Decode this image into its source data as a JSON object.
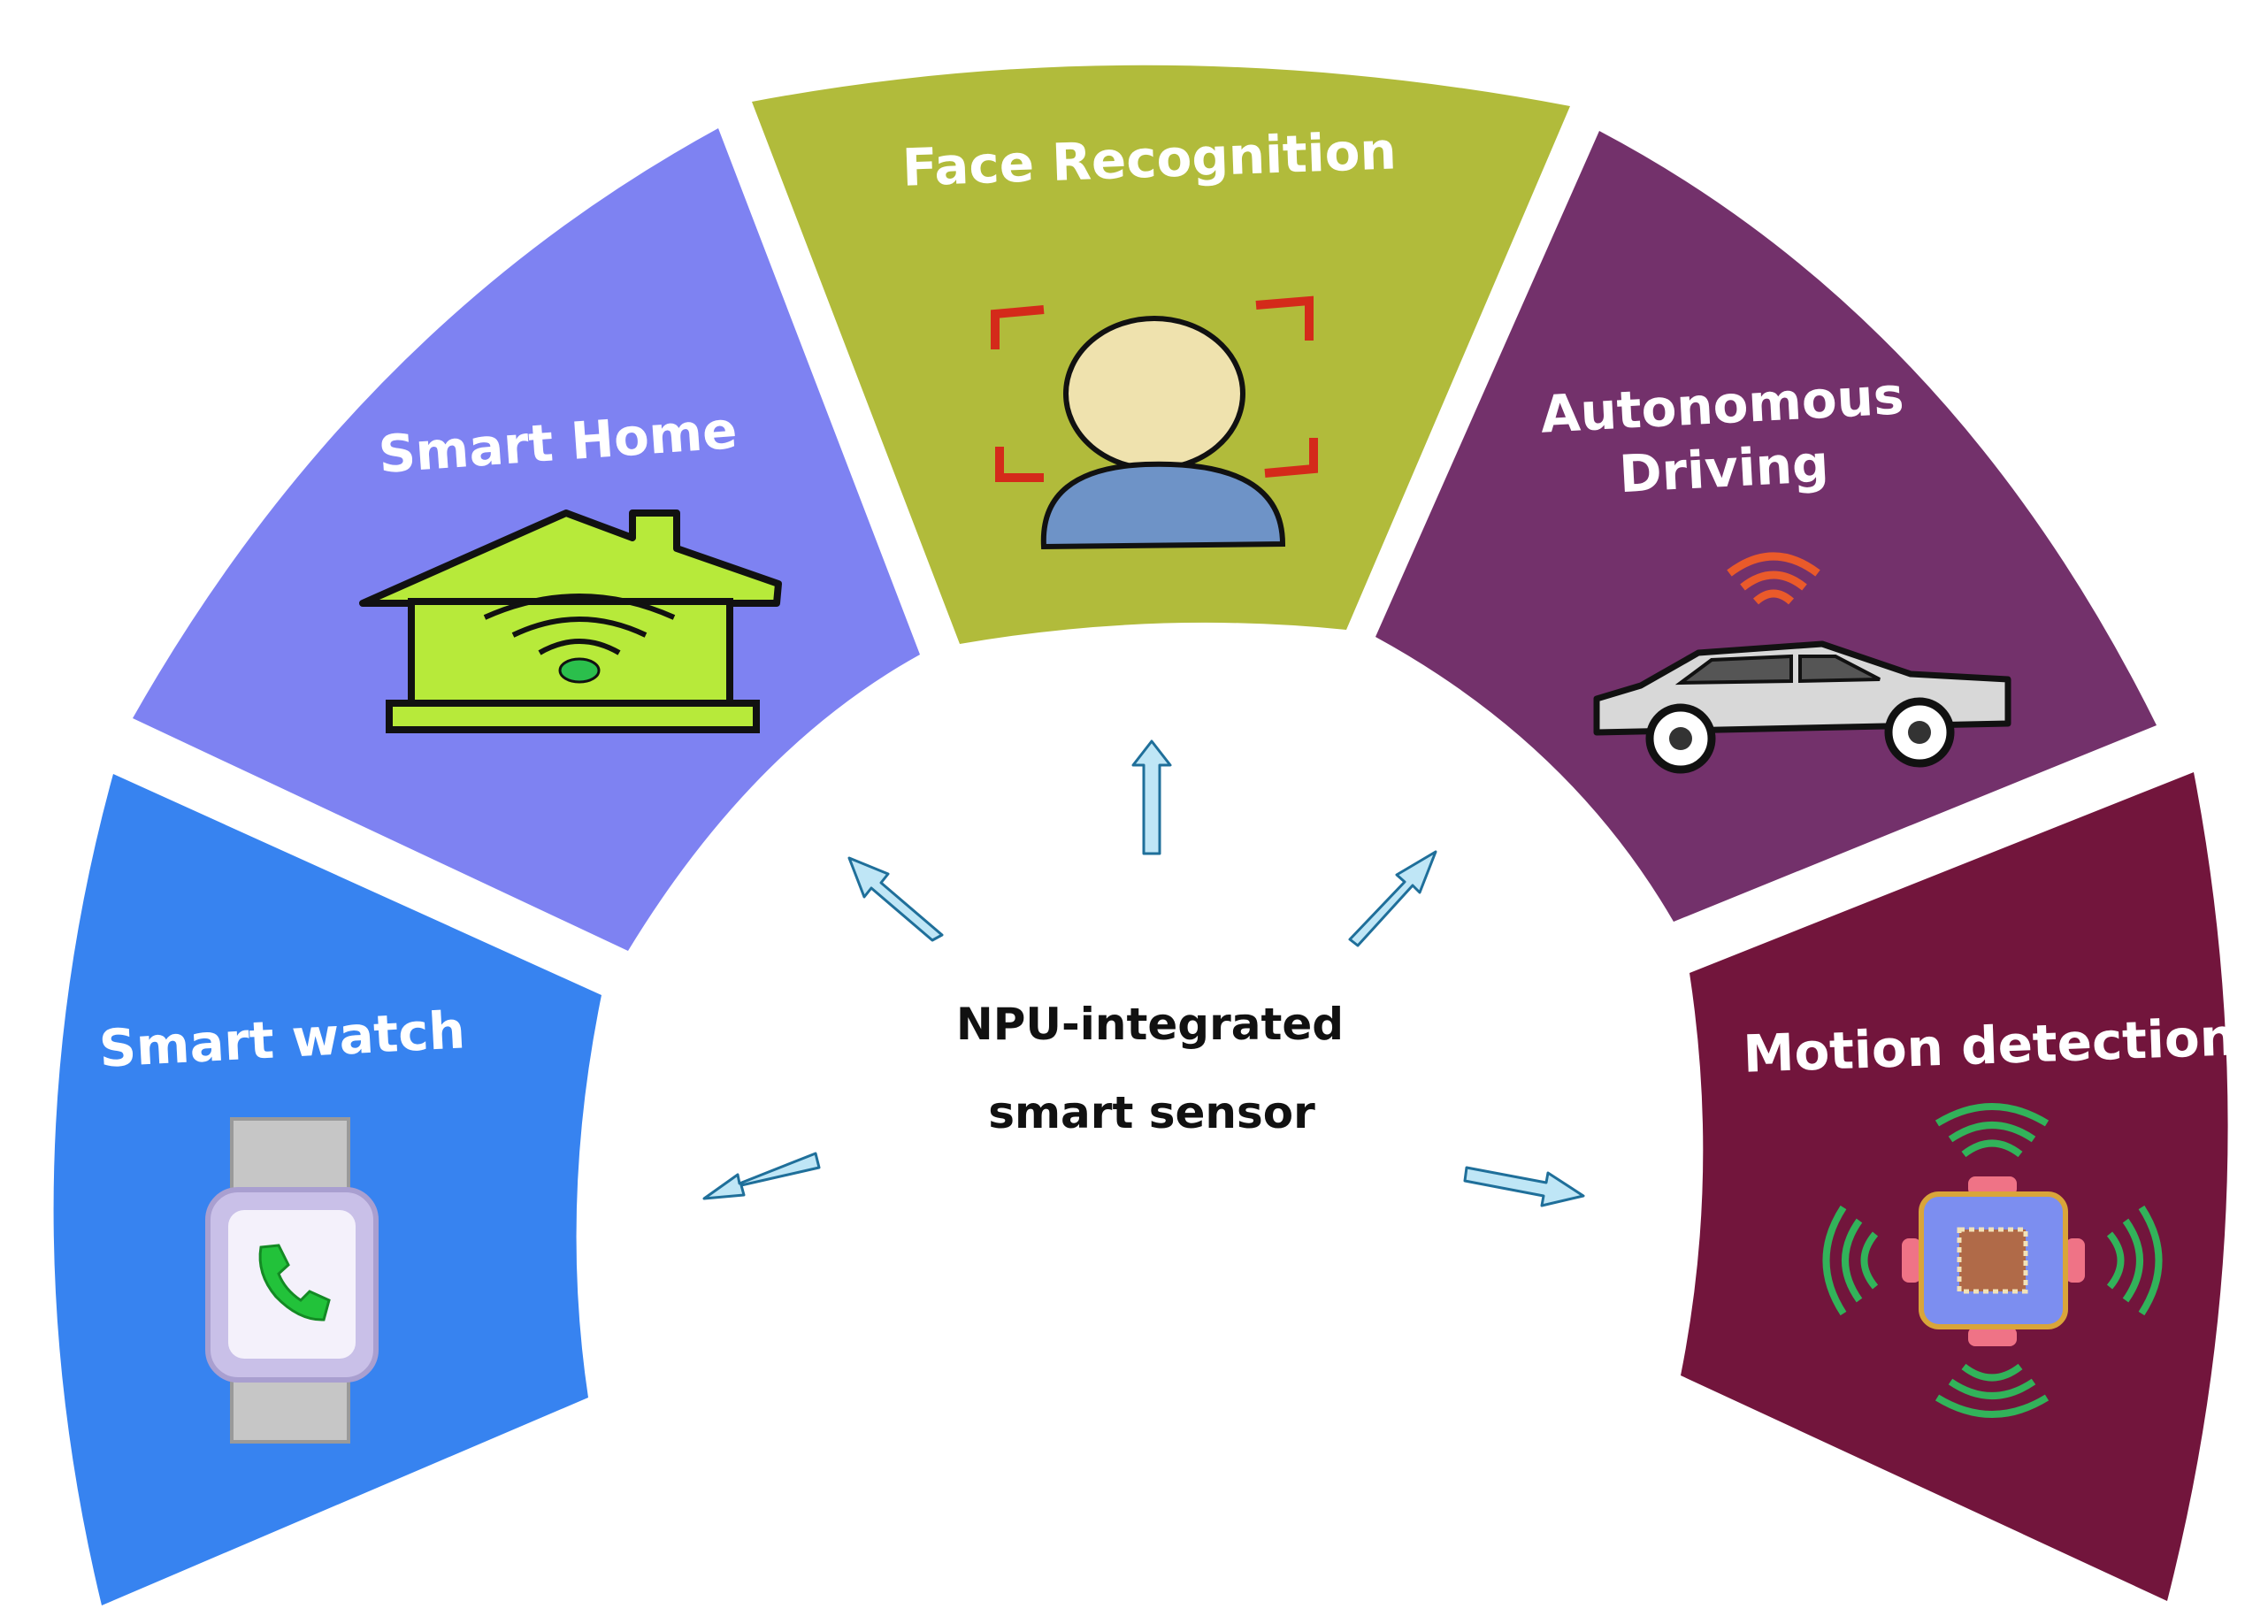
{
  "center": {
    "line1": "NPU-integrated",
    "line2": "smart sensor"
  },
  "segments": [
    {
      "id": "smart-watch",
      "title_lines": [
        "Smart watch"
      ],
      "color": "#3783f0",
      "icon": "smartwatch-icon"
    },
    {
      "id": "smart-home",
      "title_lines": [
        "Smart Home"
      ],
      "color": "#7e82f2",
      "icon": "smart-home-wifi-icon"
    },
    {
      "id": "face-recognition",
      "title_lines": [
        "Face Recognition"
      ],
      "color": "#b1bb3b",
      "icon": "face-recognition-icon"
    },
    {
      "id": "autonomous-driving",
      "title_lines": [
        "Autonomous",
        "Driving"
      ],
      "color": "#73316b",
      "icon": "car-signal-icon"
    },
    {
      "id": "motion-detection",
      "title_lines": [
        "Motion detection"
      ],
      "color": "#72153c",
      "icon": "motion-sensor-chip-icon"
    }
  ],
  "arrow_color": "#bfe6f6",
  "arrow_stroke": "#1f6f9a"
}
